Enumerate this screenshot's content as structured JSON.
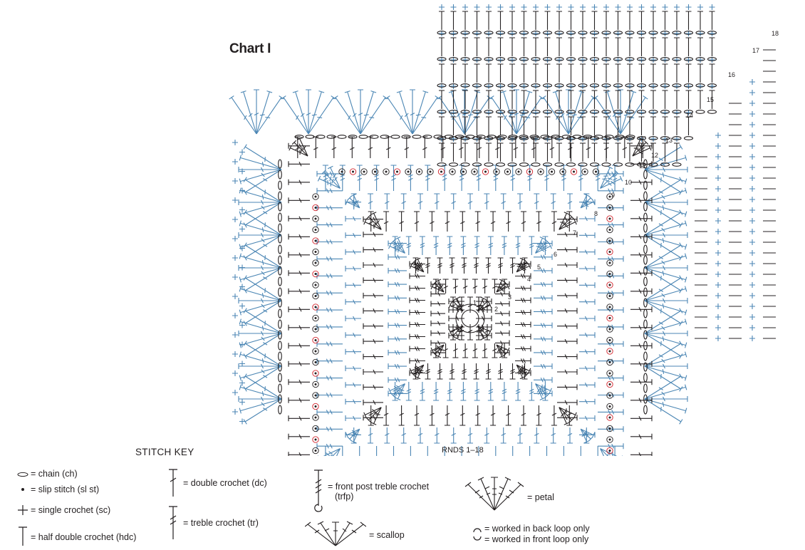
{
  "title": "Chart I",
  "rounds_label": "RNDS  1–18",
  "round_numbers": [
    "1",
    "2",
    "3",
    "4",
    "5",
    "6",
    "7",
    "8",
    "9",
    "10",
    "11",
    "12",
    "13",
    "14",
    "15",
    "16",
    "17",
    "18"
  ],
  "colors": {
    "ink": "#231f20",
    "accent_blue": "#4b86b4",
    "accent_red": "#d2232a"
  },
  "stitch_key": {
    "title": "STITCH KEY",
    "chain": "= chain (ch)",
    "slip_stitch": "= slip stitch (sl st)",
    "single_crochet": "= single crochet (sc)",
    "half_double_crochet": "= half double crochet (hdc)",
    "double_crochet": "= double crochet (dc)",
    "treble_crochet": "= treble crochet (tr)",
    "front_post_treble_line1": "= front post treble crochet",
    "front_post_treble_line2": "(trfp)",
    "scallop": "= scallop",
    "petal": "= petal",
    "back_loop": "= worked in back loop only",
    "front_loop": "= worked in front loop only"
  }
}
